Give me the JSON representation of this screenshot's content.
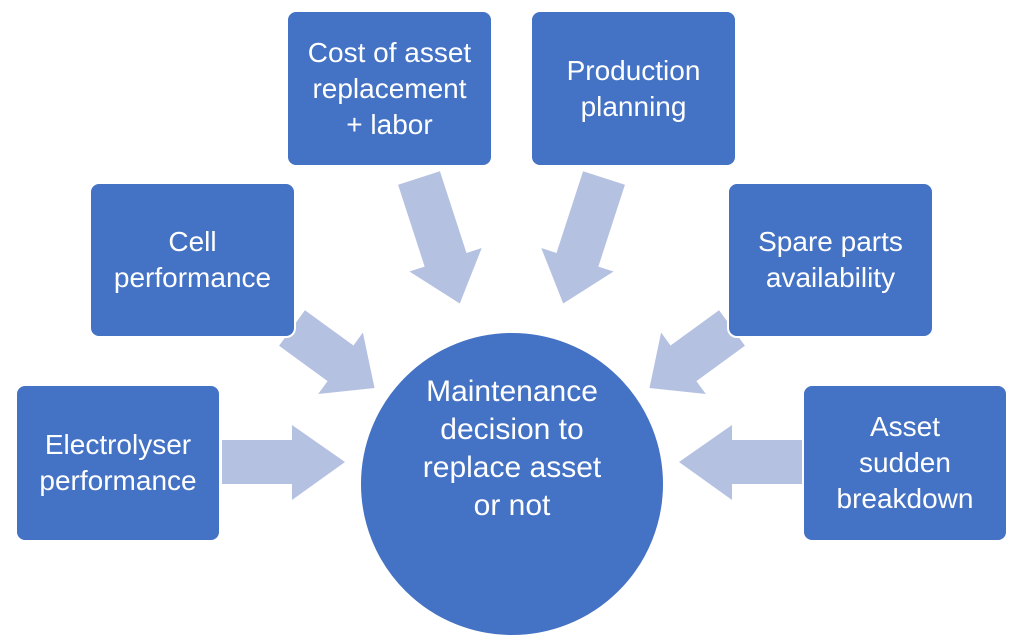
{
  "colors": {
    "node_fill": "#4472C4",
    "arrow_fill": "#B4C1E1",
    "text": "#ffffff"
  },
  "center": {
    "label": "Maintenance\ndecision to\nreplace asset\nor not"
  },
  "nodes": [
    {
      "id": "electrolyser-performance",
      "label": "Electrolyser\nperformance"
    },
    {
      "id": "cell-performance",
      "label": "Cell\nperformance"
    },
    {
      "id": "cost-of-asset-replacement",
      "label": "Cost of asset\nreplacement\n+ labor"
    },
    {
      "id": "production-planning",
      "label": "Production\nplanning"
    },
    {
      "id": "spare-parts-availability",
      "label": "Spare parts\navailability"
    },
    {
      "id": "asset-sudden-breakdown",
      "label": "Asset\nsudden\nbreakdown"
    }
  ]
}
